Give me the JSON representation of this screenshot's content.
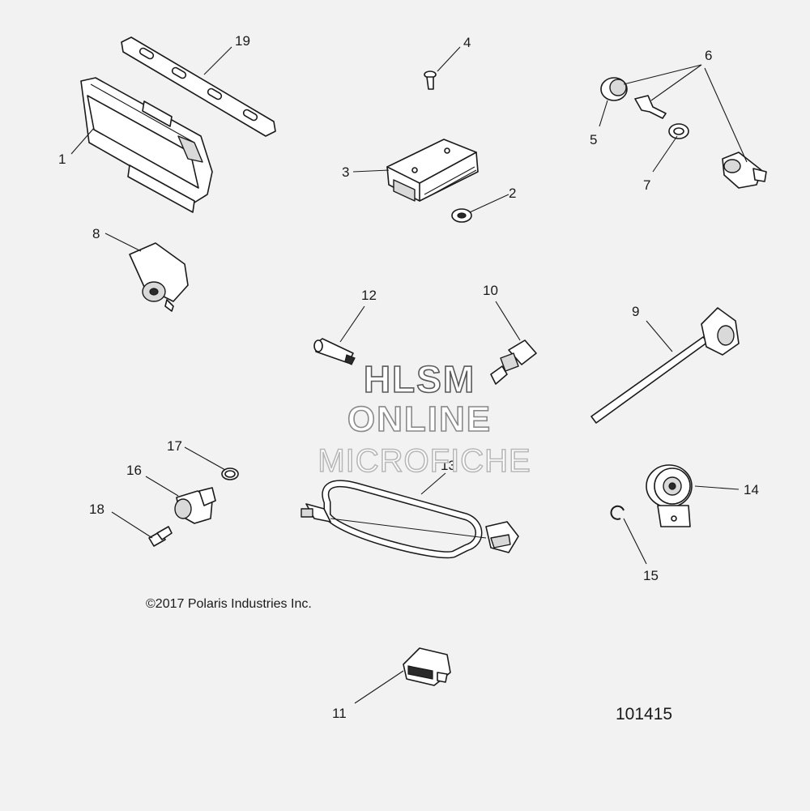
{
  "diagram": {
    "id_text": "101415",
    "copyright": "©2017 Polaris Industries Inc.",
    "watermark": [
      "HLSM",
      "ONLINE",
      "MICROFICHE"
    ],
    "callouts": [
      "1",
      "2",
      "3",
      "4",
      "5",
      "6",
      "7",
      "8",
      "9",
      "10",
      "11",
      "12",
      "13",
      "14",
      "15",
      "16",
      "17",
      "18",
      "19"
    ]
  }
}
